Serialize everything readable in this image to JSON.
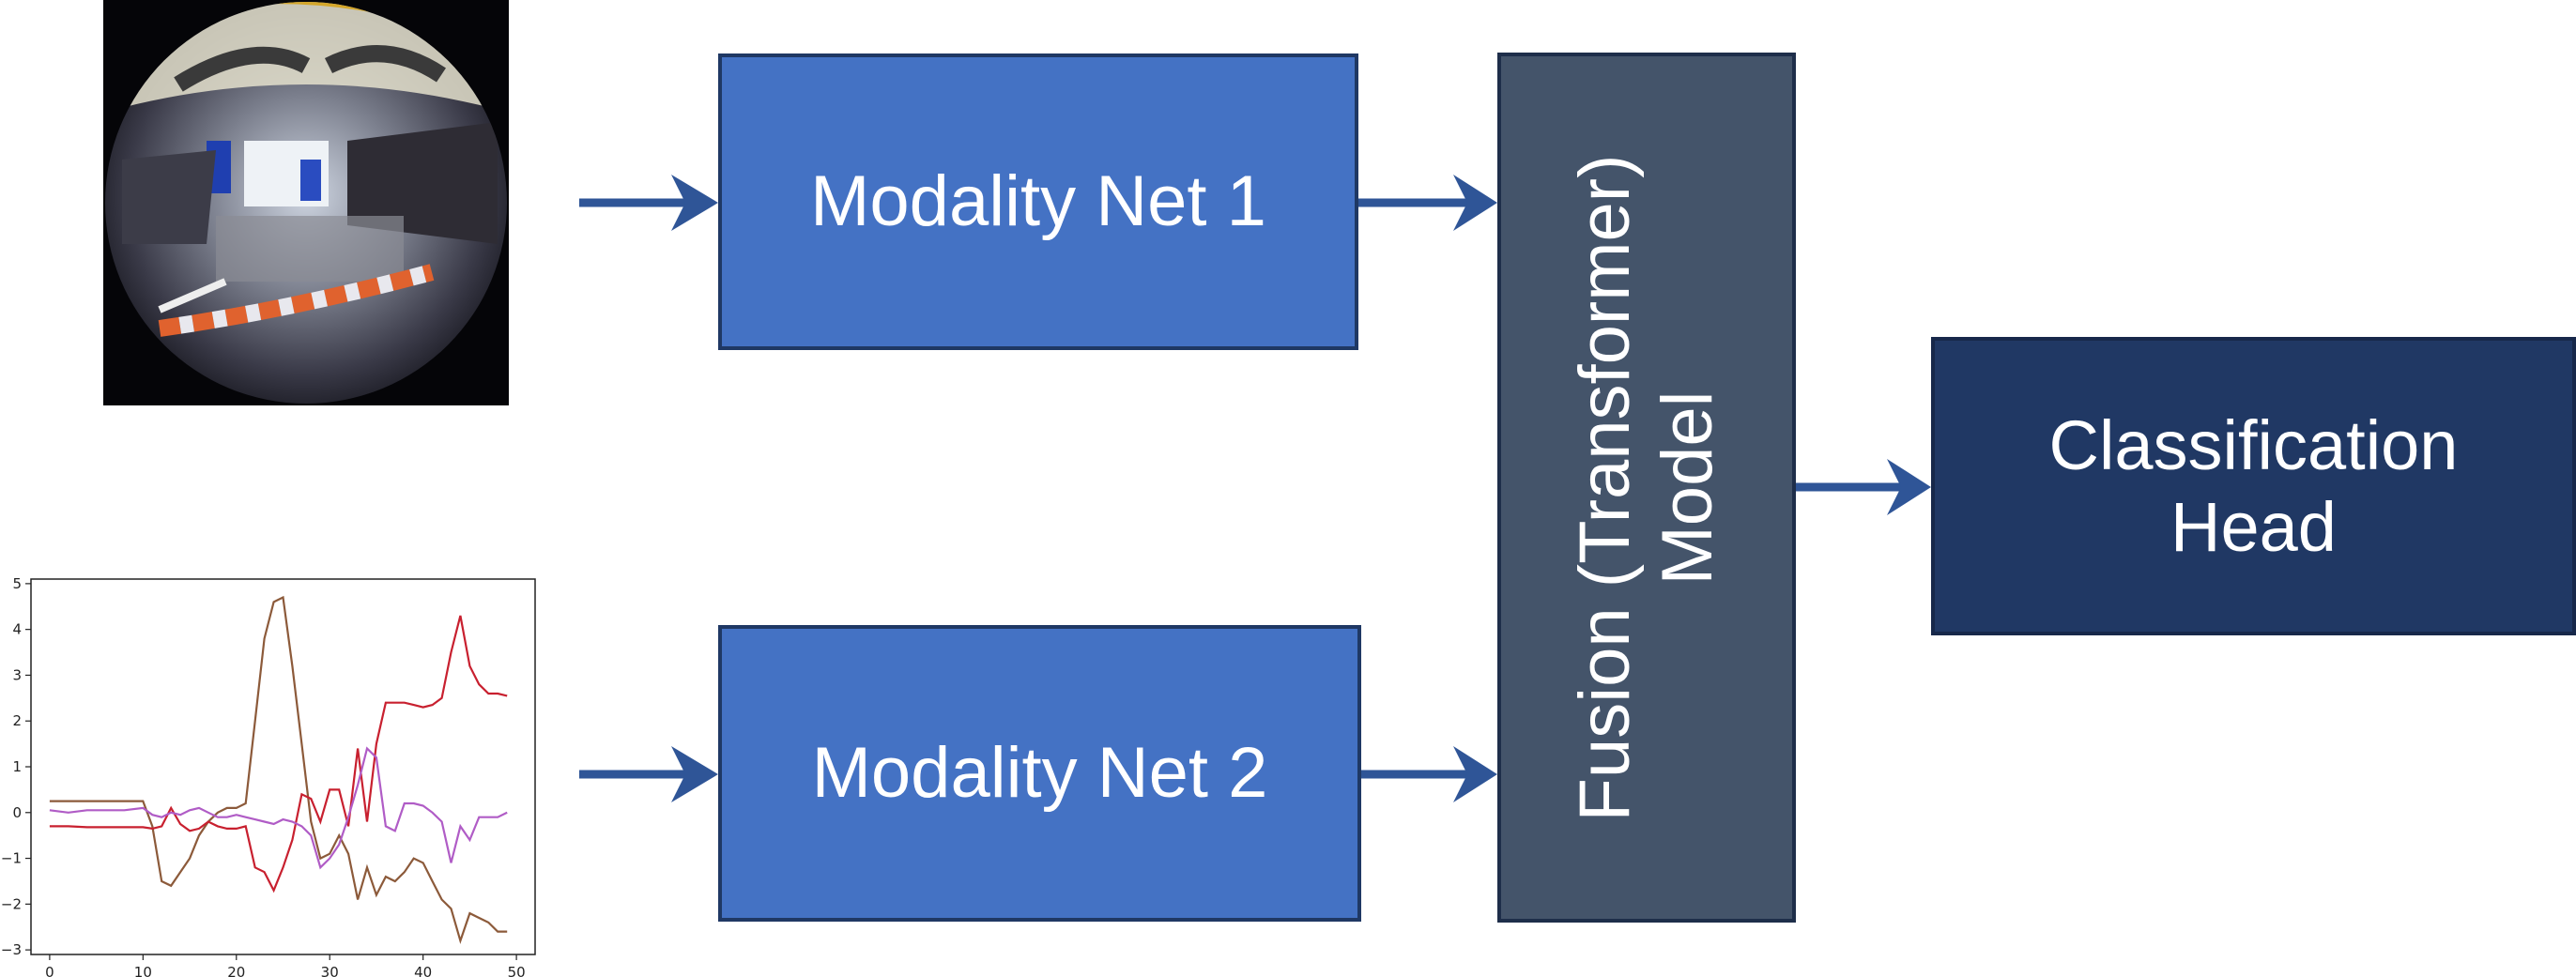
{
  "diagram": {
    "boxes": {
      "modality_net_1": {
        "label": "Modality Net 1",
        "fill": "#4472c4"
      },
      "modality_net_2": {
        "label": "Modality Net 2",
        "fill": "#4472c4"
      },
      "fusion": {
        "line1": "Fusion (Transformer)",
        "line2": "Model",
        "fill": "#44546a"
      },
      "classification_head": {
        "line1": "Classification",
        "line2": "Head",
        "fill": "#203864"
      }
    },
    "arrow_color": "#2f5597"
  },
  "chart_data": {
    "type": "line",
    "title": "",
    "xlabel": "",
    "ylabel": "",
    "xlim": [
      -2,
      52
    ],
    "ylim": [
      -3.1,
      5.1
    ],
    "x_ticks": [
      0,
      10,
      20,
      30,
      40,
      50
    ],
    "y_ticks": [
      5,
      4,
      3,
      2,
      1,
      0,
      -1,
      -2,
      -3
    ],
    "x_tick_labels": [
      "0",
      "10",
      "20",
      "30",
      "40",
      "50"
    ],
    "y_tick_labels": [
      "5",
      "4",
      "3",
      "2",
      "1",
      "0",
      "−1",
      "−2",
      "−3"
    ],
    "grid": false,
    "series": [
      {
        "color": "#8c5a3a",
        "x": [
          0,
          2,
          4,
          6,
          8,
          10,
          11,
          12,
          13,
          14,
          15,
          16,
          17,
          18,
          19,
          20,
          21,
          22,
          23,
          24,
          25,
          26,
          27,
          28,
          29,
          30,
          31,
          32,
          33,
          34,
          35,
          36,
          37,
          38,
          39,
          40,
          41,
          42,
          43,
          44,
          45,
          46,
          47,
          48,
          49
        ],
        "values": [
          0.25,
          0.25,
          0.25,
          0.25,
          0.25,
          0.25,
          -0.3,
          -1.5,
          -1.6,
          -1.3,
          -1.0,
          -0.5,
          -0.2,
          0.0,
          0.1,
          0.1,
          0.2,
          2.0,
          3.8,
          4.6,
          4.7,
          3.2,
          1.5,
          -0.2,
          -1.0,
          -0.9,
          -0.5,
          -0.9,
          -1.9,
          -1.2,
          -1.8,
          -1.4,
          -1.5,
          -1.3,
          -1.0,
          -1.1,
          -1.5,
          -1.9,
          -2.1,
          -2.8,
          -2.2,
          -2.3,
          -2.4,
          -2.6,
          -2.6
        ]
      },
      {
        "color": "#c8202f",
        "x": [
          0,
          2,
          4,
          6,
          8,
          10,
          11,
          12,
          13,
          14,
          15,
          16,
          17,
          18,
          19,
          20,
          21,
          22,
          23,
          24,
          25,
          26,
          27,
          28,
          29,
          30,
          31,
          32,
          33,
          34,
          35,
          36,
          37,
          38,
          39,
          40,
          41,
          42,
          43,
          44,
          45,
          46,
          47,
          48,
          49
        ],
        "values": [
          -0.3,
          -0.3,
          -0.32,
          -0.32,
          -0.32,
          -0.32,
          -0.35,
          -0.3,
          0.1,
          -0.25,
          -0.4,
          -0.35,
          -0.2,
          -0.3,
          -0.35,
          -0.35,
          -0.3,
          -1.2,
          -1.3,
          -1.7,
          -1.2,
          -0.6,
          0.4,
          0.3,
          -0.2,
          0.5,
          0.5,
          -0.3,
          1.4,
          -0.2,
          1.5,
          2.4,
          2.4,
          2.4,
          2.35,
          2.3,
          2.35,
          2.5,
          3.5,
          4.3,
          3.2,
          2.8,
          2.6,
          2.6,
          2.55
        ]
      },
      {
        "color": "#b05cc6",
        "x": [
          0,
          2,
          4,
          6,
          8,
          10,
          11,
          12,
          13,
          14,
          15,
          16,
          17,
          18,
          19,
          20,
          21,
          22,
          23,
          24,
          25,
          26,
          27,
          28,
          29,
          30,
          31,
          32,
          33,
          34,
          35,
          36,
          37,
          38,
          39,
          40,
          41,
          42,
          43,
          44,
          45,
          46,
          47,
          48,
          49
        ],
        "values": [
          0.05,
          0.0,
          0.05,
          0.05,
          0.05,
          0.1,
          -0.05,
          -0.1,
          0.0,
          -0.05,
          0.05,
          0.1,
          0.0,
          -0.1,
          -0.1,
          -0.05,
          -0.1,
          -0.15,
          -0.2,
          -0.25,
          -0.15,
          -0.2,
          -0.3,
          -0.5,
          -1.2,
          -1.0,
          -0.7,
          -0.1,
          0.6,
          1.4,
          1.2,
          -0.3,
          -0.4,
          0.2,
          0.2,
          0.15,
          0.0,
          -0.2,
          -1.1,
          -0.3,
          -0.6,
          -0.1,
          -0.1,
          -0.1,
          0.0
        ]
      }
    ]
  }
}
